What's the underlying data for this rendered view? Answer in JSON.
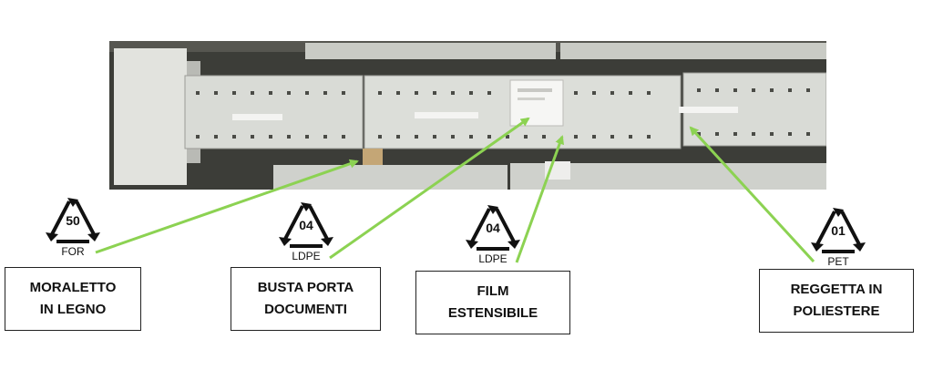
{
  "items": [
    {
      "code": "50",
      "abbr": "FOR",
      "label": [
        "MORALETTO",
        "IN LEGNO"
      ]
    },
    {
      "code": "04",
      "abbr": "LDPE",
      "label": [
        "BUSTA PORTA",
        "DOCUMENTI"
      ]
    },
    {
      "code": "04",
      "abbr": "LDPE",
      "label": [
        "FILM",
        "ESTENSIBILE"
      ]
    },
    {
      "code": "01",
      "abbr": "PET",
      "label": [
        "REGGETTA IN",
        "POLIESTERE"
      ]
    }
  ],
  "colors": {
    "arrow": "#8cd252",
    "box_border": "#222222",
    "photo_panel": "#d9dbd6",
    "photo_dark": "#3c3d38"
  }
}
